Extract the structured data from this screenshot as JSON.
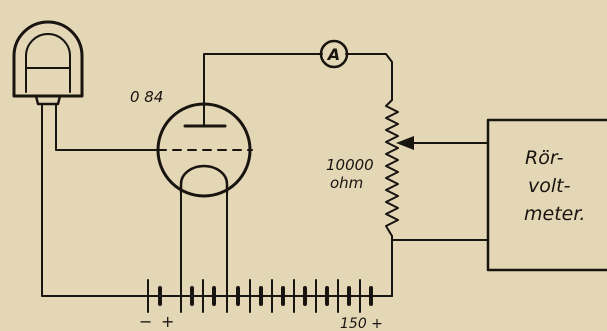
{
  "labels": {
    "tube_type": "0 84",
    "ammeter": "A",
    "resistor_value": "10000",
    "resistor_unit": "ohm",
    "voltmeter_line1": "Rör-",
    "voltmeter_line2": "volt-",
    "voltmeter_line3": "meter.",
    "battery_minus": "−",
    "battery_plus": "+",
    "battery_voltage": "150 +"
  },
  "colors": {
    "paper": "#e4d7b6",
    "ink": "#181410",
    "box_fill": "#f6f2e6"
  }
}
